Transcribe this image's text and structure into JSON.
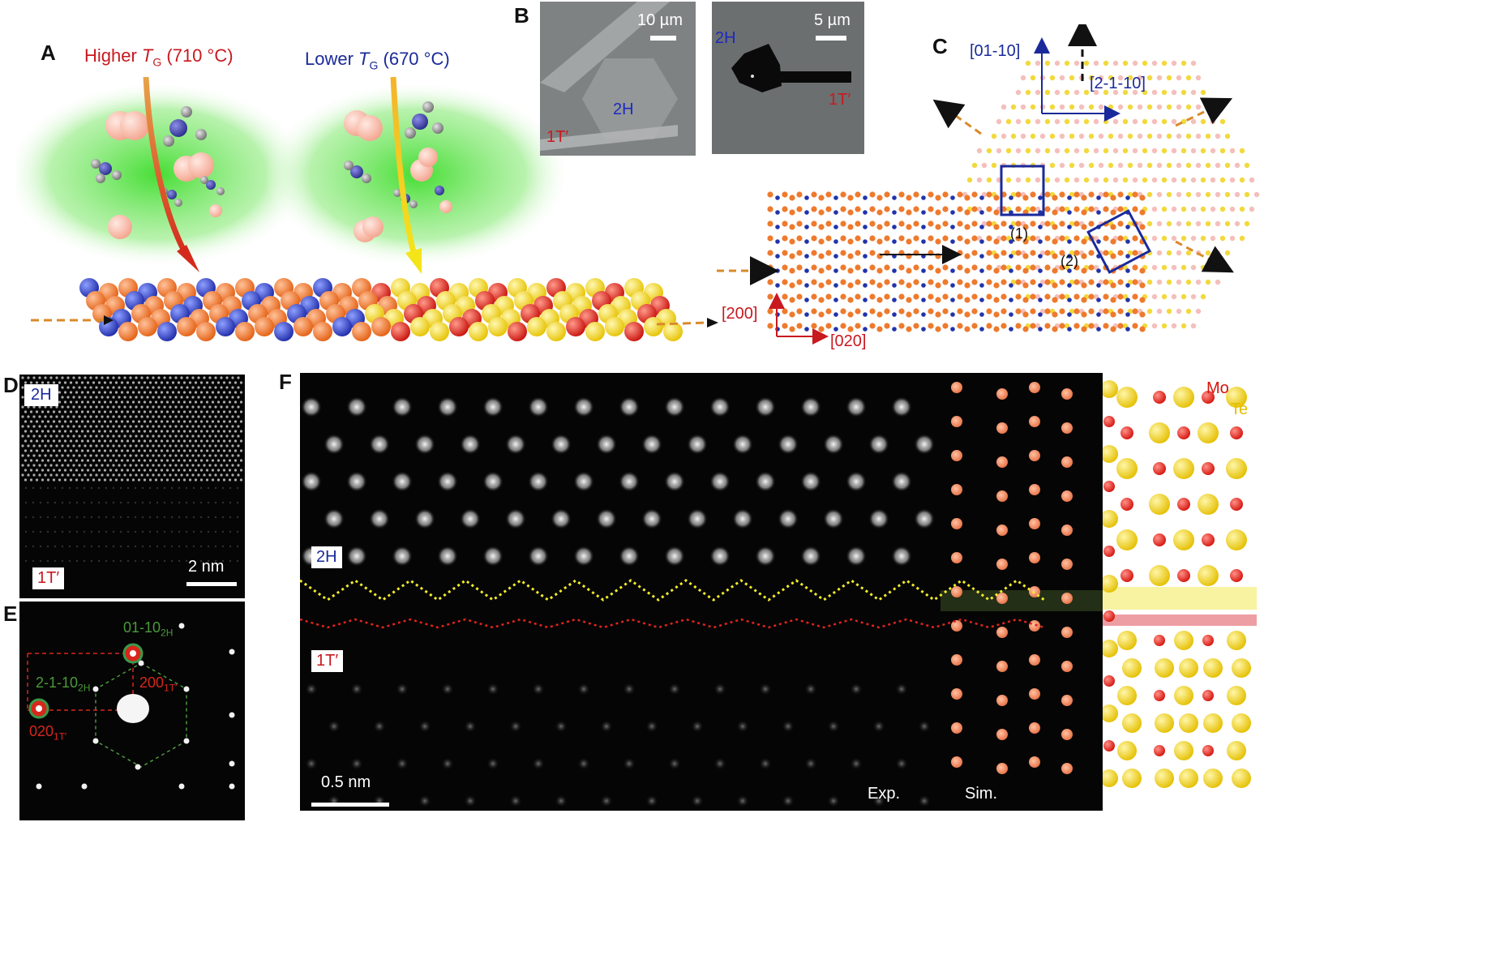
{
  "figure": {
    "panel_labels": [
      "A",
      "B",
      "C",
      "D",
      "E",
      "F"
    ]
  },
  "panel_a": {
    "higher_tg_prefix": "Higher ",
    "higher_tg_sym": "T",
    "higher_tg_sub": "G",
    "higher_tg_value": " (710 °C)",
    "lower_tg_prefix": "Lower ",
    "lower_tg_sym": "T",
    "lower_tg_sub": "G",
    "lower_tg_value": " (670 °C)"
  },
  "panel_b": {
    "left": {
      "scale": "10 µm",
      "phase_2h": "2H",
      "phase_1t": "1T′"
    },
    "right": {
      "scale": "5 µm",
      "phase_2h": "2H",
      "phase_1t": "1T′"
    }
  },
  "panel_c": {
    "dir_01_10": "[01-10]",
    "dir_2_1_10": "[2-1-10]",
    "dir_200": "[200]",
    "dir_020": "[020]",
    "box_1": "(1)",
    "box_2": "(2)"
  },
  "panel_d": {
    "phase_2h": "2H",
    "phase_1t": "1T′",
    "scale": "2 nm"
  },
  "panel_e": {
    "spot_01_10": "01-10",
    "spot_01_10_sub": "2H",
    "spot_2_1_10": "2-1-10",
    "spot_2_1_10_sub": "2H",
    "spot_200": "200",
    "spot_200_sub": "1T′",
    "spot_020": "020",
    "spot_020_sub": "1T′"
  },
  "panel_f": {
    "phase_2h": "2H",
    "phase_1t": "1T′",
    "scale": "0.5 nm",
    "exp_label": "Exp.",
    "sim_label": "Sim.",
    "legend_mo": "Mo",
    "legend_te": "Te"
  },
  "colors": {
    "accent_red": "#c8191f",
    "accent_blue": "#1a2a9a",
    "mo_atom": "#e0231c",
    "te_atom": "#f0d21a",
    "te_orange": "#ee7a2e",
    "mo_blue": "#2233aa"
  }
}
